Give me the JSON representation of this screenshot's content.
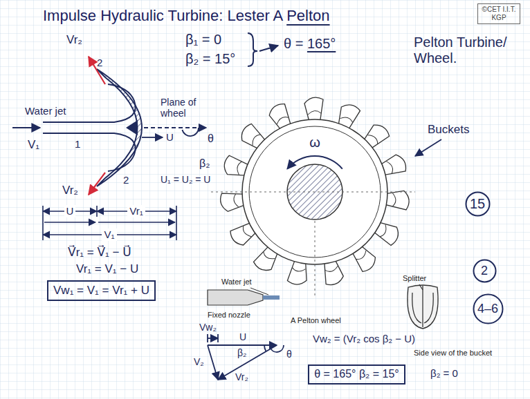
{
  "diagram": {
    "title": "Impulse Hydraulic Turbine: Lester A Pelton",
    "nodes": [
      {
        "text": [
          "15"
        ]
      },
      {
        "text": [
          "2"
        ]
      },
      {
        "text": [
          "4–6"
        ]
      },
      {
        "text": [
          "Vw₁ = V₁ = Vr₁ + U"
        ]
      },
      {
        "text": [
          "θ = 165° β₂ = 15°"
        ]
      }
    ],
    "labels": [
      "©CET I.I.T. KGP",
      "β₁ = 0",
      "β₂ = 15°",
      "θ = 165°",
      "Pelton Turbine/ Wheel.",
      "Vr₂",
      "2",
      "Water jet",
      "V₁",
      "1",
      "Plane of wheel",
      "U",
      "θ",
      "β₂",
      "2",
      "Vr₂",
      "U₁ = U₂ = U",
      "U",
      "Vr₁",
      "V₁",
      "V⃗r₁ = V⃗₁ − U⃗",
      "Vr₁ = V₁ − U",
      "ω",
      "Buckets",
      "Water jet",
      "Fixed nozzle",
      "A Pelton wheel",
      "Splitter",
      "Side view of the bucket",
      "Vw₂",
      "U",
      "V₂",
      "β₂",
      "θ",
      "Vr₂",
      "Vw₂ = (Vr₂ cos β₂ − U)",
      "β₂ = 0"
    ]
  }
}
